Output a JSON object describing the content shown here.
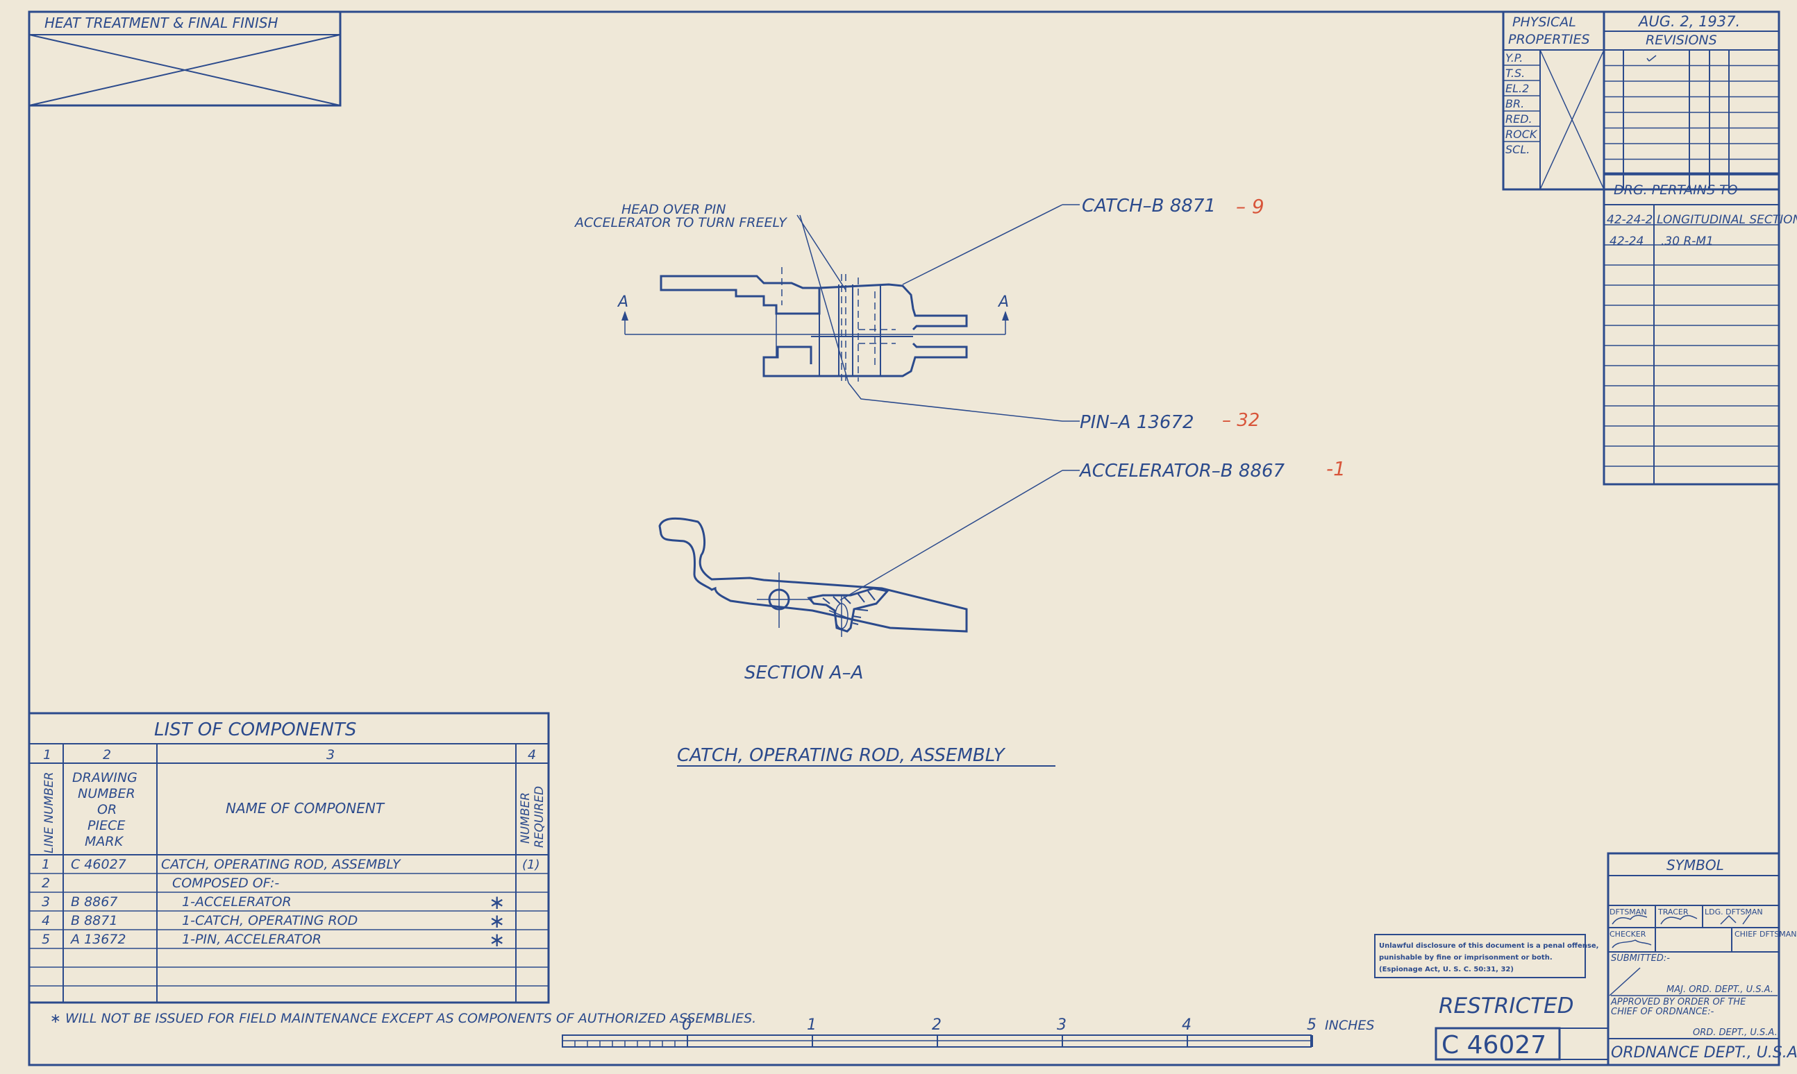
{
  "heat_treatment": {
    "title": "HEAT TREATMENT & FINAL FINISH"
  },
  "physical_properties": {
    "title_line1": "PHYSICAL",
    "title_line2": "PROPERTIES",
    "rows": [
      "Y.P.",
      "T.S.",
      "EL.2",
      "BR.",
      "RED.",
      "ROCK",
      "SCL."
    ]
  },
  "revisions": {
    "date": "AUG. 2, 1937.",
    "title": "REVISIONS"
  },
  "pertains": {
    "title": "DRG. PERTAINS TO",
    "rows": [
      {
        "num": "42-24-2",
        "desc": "LONGITUDINAL SECTION"
      },
      {
        "num": "42-24",
        "desc": ".30 R-M1"
      }
    ]
  },
  "callouts": {
    "head_note_line1": "HEAD OVER PIN",
    "head_note_line2": "ACCELERATOR TO TURN FREELY",
    "catch": "CATCH–B 8871",
    "catch_mark": "– 9",
    "pin": "PIN–A 13672",
    "pin_mark": "– 32",
    "accelerator": "ACCELERATOR–B 8867",
    "accelerator_mark": "-1",
    "section_letter": "A",
    "section_label": "SECTION  A–A"
  },
  "assembly_title": "CATCH, OPERATING ROD, ASSEMBLY",
  "components": {
    "title": "LIST OF COMPONENTS",
    "col_numbers": [
      "1",
      "2",
      "3",
      "4"
    ],
    "header_line_number": "LINE NUMBER",
    "header_drawing": [
      "DRAWING",
      "NUMBER",
      "OR",
      "PIECE",
      "MARK"
    ],
    "header_name": "NAME  OF  COMPONENT",
    "header_required_1": "NUMBER",
    "header_required_2": "REQUIRED",
    "rows": [
      {
        "line": "1",
        "mark": "C 46027",
        "name": "CATCH, OPERATING ROD, ASSEMBLY",
        "req": "(1)"
      },
      {
        "line": "2",
        "mark": "",
        "name": "COMPOSED  OF:-",
        "req": ""
      },
      {
        "line": "3",
        "mark": "B 8867",
        "name": "1-ACCELERATOR",
        "req": "∗"
      },
      {
        "line": "4",
        "mark": "B 8871",
        "name": "1-CATCH, OPERATING ROD",
        "req": "∗"
      },
      {
        "line": "5",
        "mark": "A 13672",
        "name": "1-PIN, ACCELERATOR",
        "req": "∗"
      }
    ]
  },
  "footnote": "∗ WILL NOT BE ISSUED FOR FIELD MAINTENANCE EXCEPT AS COMPONENTS OF AUTHORIZED ASSEMBLIES.",
  "scale": {
    "ticks": [
      "0",
      "1",
      "2",
      "3",
      "4",
      "5"
    ],
    "unit": "INCHES"
  },
  "disclosure": {
    "line1": "Unlawful disclosure of this document is a penal offense,",
    "line2": "punishable by fine or imprisonment or both.",
    "line3": "(Espionage Act, U. S. C. 50:31, 32)"
  },
  "restricted": "RESTRICTED",
  "drawing_number": "C 46027",
  "symbol_block": {
    "title": "SYMBOL",
    "dftsman": "DFTSMAN",
    "tracer": "TRACER",
    "ldg_dftsman": "LDG. DFTSMAN",
    "checker": "CHECKER",
    "chief_dftsman": "CHIEF DFTSMAN",
    "submitted": "SUBMITTED:-",
    "maj": "MAJ. ORD. DEPT., U.S.A.",
    "approved_1": "APPROVED  BY ORDER OF THE",
    "approved_2": "CHIEF OF ORDNANCE:-",
    "ord_dept": "ORD. DEPT., U.S.A.",
    "dept": "ORDNANCE DEPT., U.S.A."
  }
}
